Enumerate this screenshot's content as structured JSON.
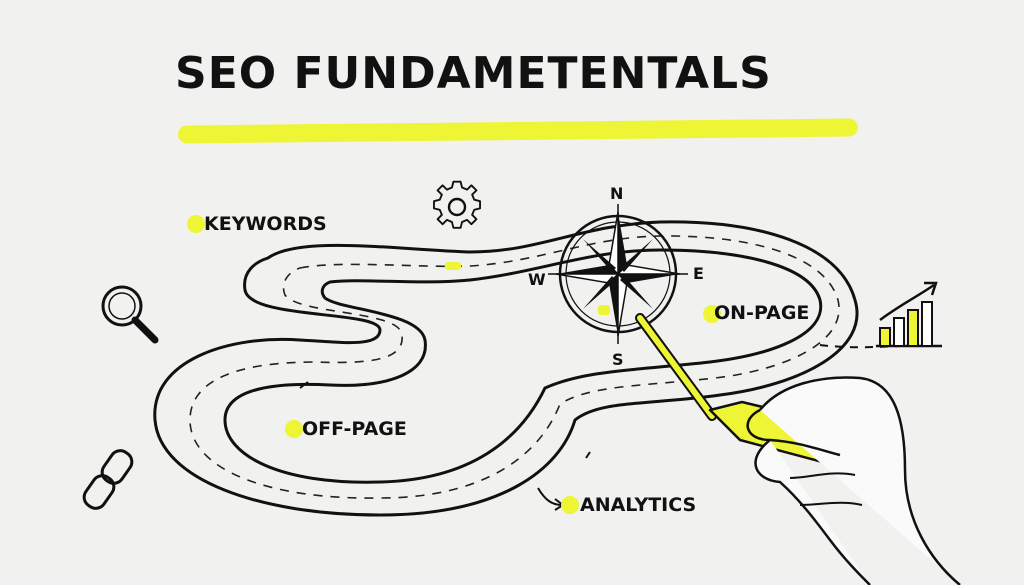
{
  "title": "SEO FUNDAMETENTALS",
  "stops": {
    "keywords": "KEYWORDS",
    "on_page": "ON-PAGE",
    "off_page": "OFF-PAGE",
    "analytics": "ANALYTICS"
  },
  "compass": {
    "n": "N",
    "e": "E",
    "s": "S",
    "w": "W"
  },
  "icons": [
    "gear-icon",
    "magnifier-icon",
    "chain-link-icon",
    "bar-chart-trend-icon",
    "compass-rose-icon",
    "highlighter-pen-icon",
    "hand-icon"
  ],
  "colors": {
    "highlight": "#eef535",
    "ink": "#111111",
    "paper": "#f1f1ef"
  }
}
